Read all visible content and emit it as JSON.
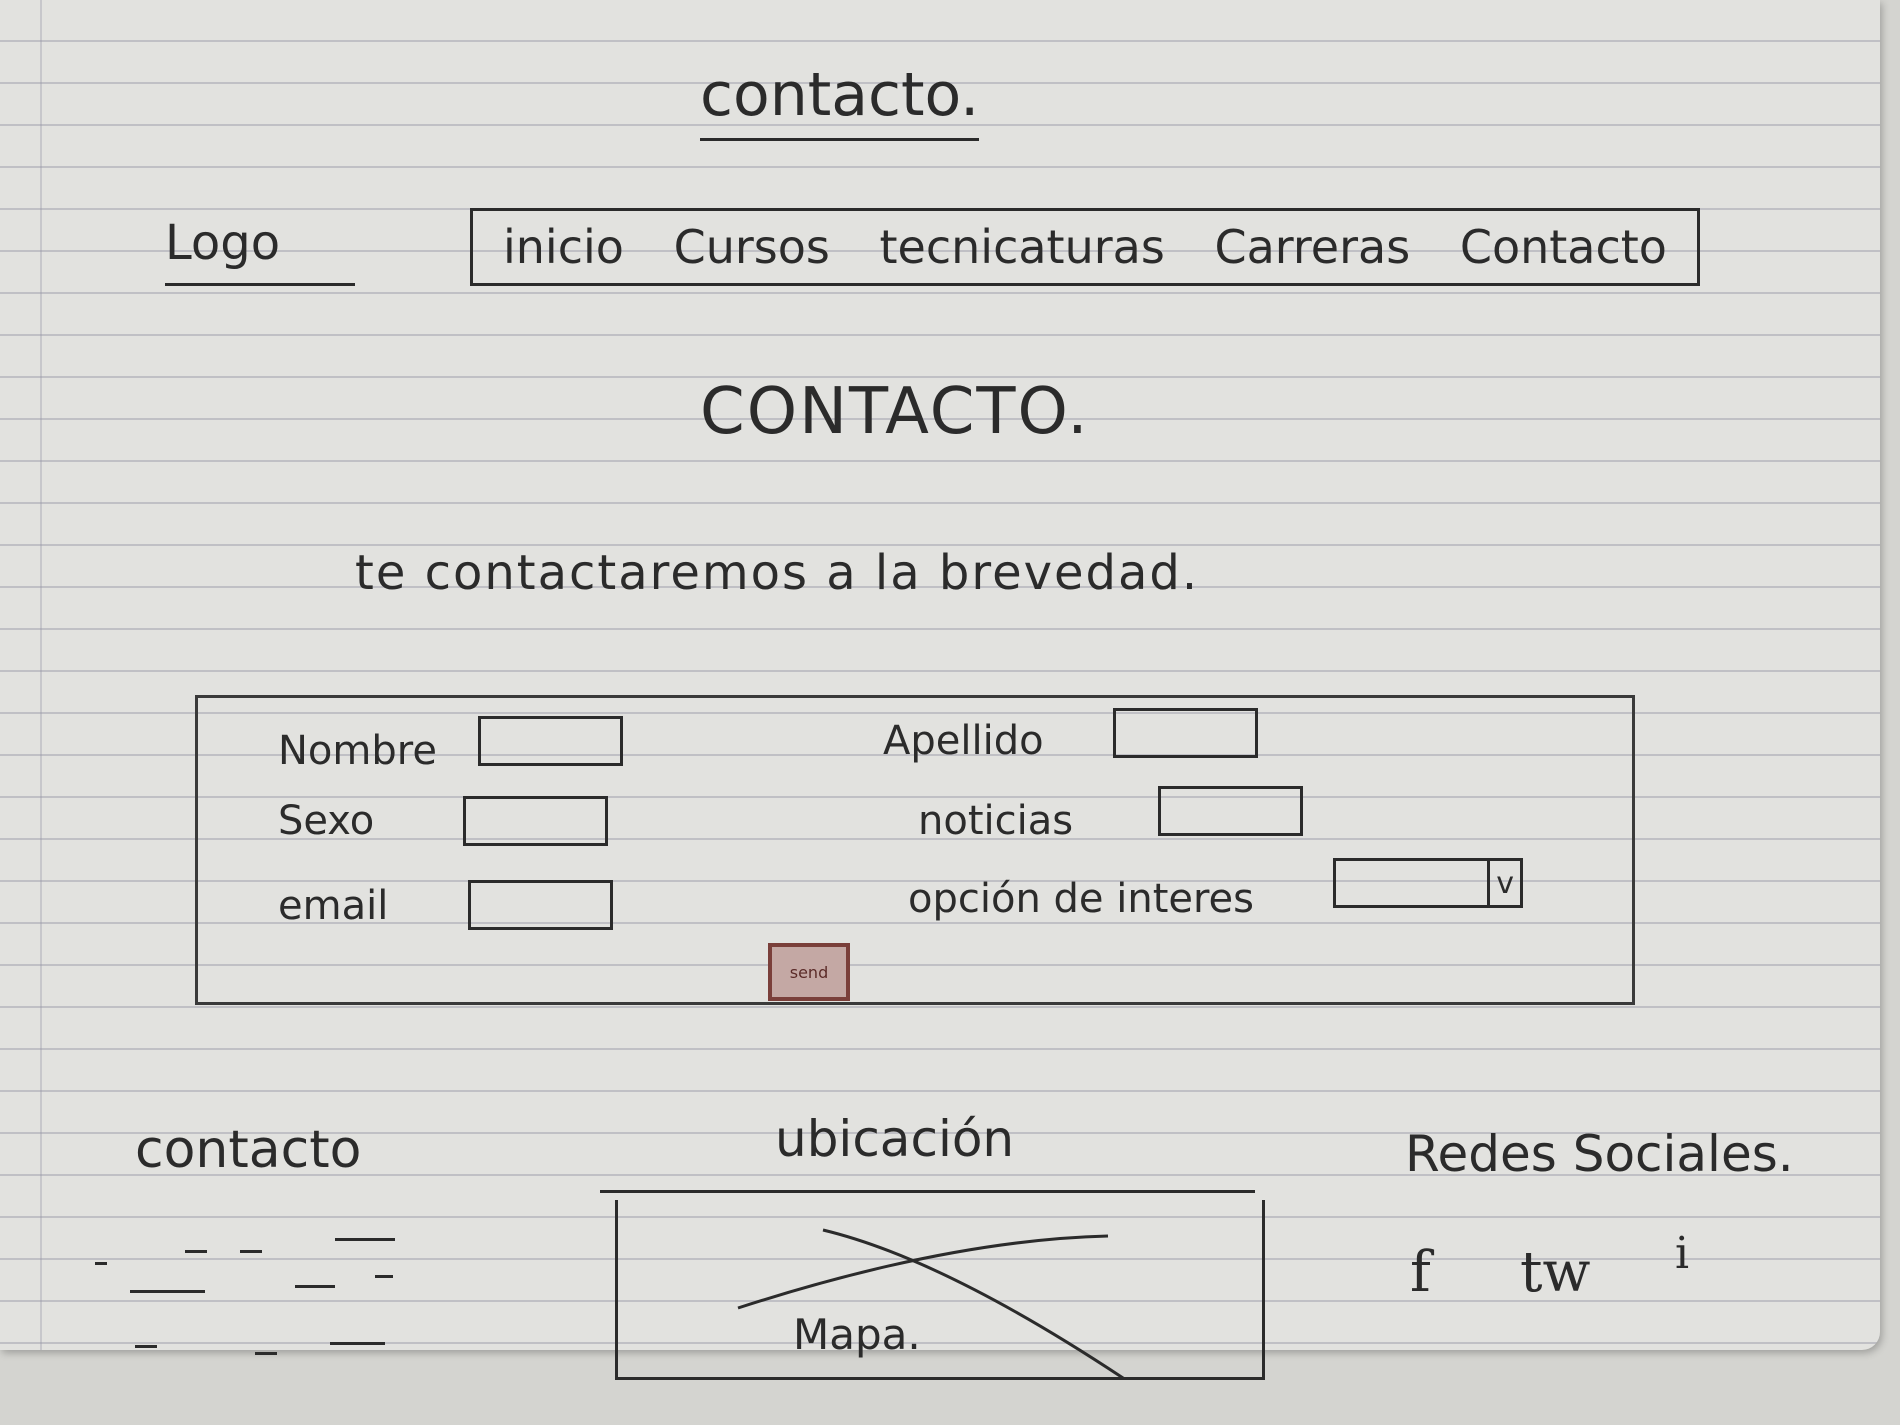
{
  "page_title": "contacto.",
  "header": {
    "logo": "Logo",
    "nav": [
      "inicio",
      "Cursos",
      "tecnicaturas",
      "Carreras",
      "Contacto"
    ]
  },
  "heading": "CONTACTO.",
  "subtitle": "te contactaremos a la brevedad.",
  "form": {
    "labels": {
      "nombre": "Nombre",
      "apellido": "Apellido",
      "sexo": "Sexo",
      "noticias": "noticias",
      "email": "email",
      "opcion": "opción de interes"
    },
    "select_arrow": "v",
    "send": "send"
  },
  "footer": {
    "contact_title": "contacto",
    "location_title": "ubicación",
    "map_label": "Mapa.",
    "social_title": "Redes Sociales.",
    "social_icons": [
      "facebook-icon",
      "twitter-icon",
      "instagram-icon"
    ],
    "social_glyphs": [
      "f",
      "tw",
      "i"
    ]
  }
}
